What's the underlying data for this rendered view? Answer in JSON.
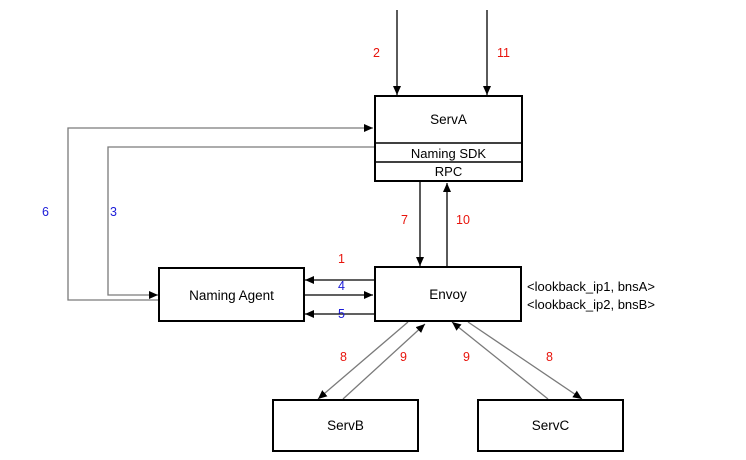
{
  "colors": {
    "red": "#e8140c",
    "blue": "#1b1bd8",
    "line": "#000000",
    "gray_line": "#7a7a7a"
  },
  "nodes": {
    "serva": {
      "title": "ServA",
      "sdk": "Naming SDK",
      "rpc": "RPC"
    },
    "naming_agent": {
      "title": "Naming Agent"
    },
    "envoy": {
      "title": "Envoy"
    },
    "servb": {
      "title": "ServB"
    },
    "servc": {
      "title": "ServC"
    }
  },
  "mappings": [
    "<lookback_ip1,  bnsA>",
    "<lookback_ip2,  bnsB>"
  ],
  "edge_labels": {
    "in_2": "2",
    "in_11": "11",
    "e6": "6",
    "e3": "3",
    "e7": "7",
    "e10": "10",
    "e1": "1",
    "e4": "4",
    "e5": "5",
    "e8_left": "8",
    "e9_left": "9",
    "e9_right": "9",
    "e8_right": "8"
  }
}
